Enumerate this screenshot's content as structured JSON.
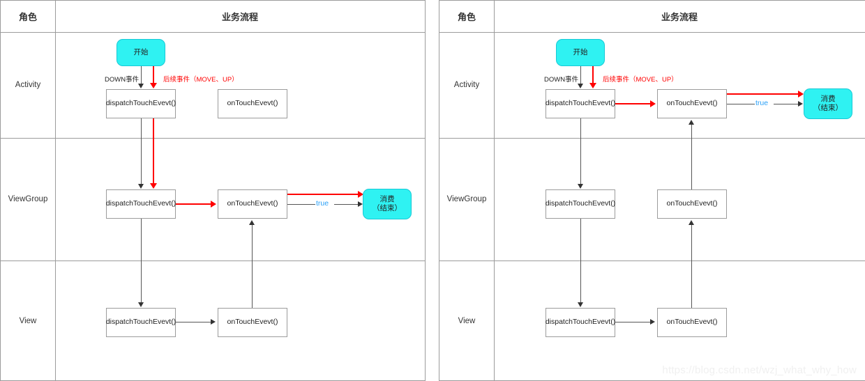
{
  "page": {
    "watermark": "https://blog.csdn.net/wzj_what_why_how",
    "colors": {
      "terminal_fill": "#2ff2f2",
      "terminal_border": "#17c9d6",
      "highlight_red": "#ff0000",
      "true_label_blue": "#2aa0f7",
      "grid_line": "#9b9b9b",
      "connector": "#555555"
    }
  },
  "diagrams": [
    {
      "id": "left",
      "header": {
        "role": "角色",
        "flow": "业务流程"
      },
      "lanes": [
        {
          "role": "Activity",
          "nodes": [
            {
              "label": "开始",
              "type": "terminal"
            },
            {
              "label": "dispatchTouchEvevt()",
              "type": "rect"
            },
            {
              "label": "onTouchEvevt()",
              "type": "rect"
            }
          ],
          "edge_labels": [
            {
              "text": "DOWN事件",
              "style": "dark"
            },
            {
              "text": "后续事件（MOVE、UP）",
              "style": "red"
            }
          ]
        },
        {
          "role": "ViewGroup",
          "nodes": [
            {
              "label": "dispatchTouchEvevt()",
              "type": "rect"
            },
            {
              "label": "onTouchEvevt()",
              "type": "rect"
            },
            {
              "label_line1": "消费",
              "label_line2": "（结束）",
              "type": "terminal"
            }
          ],
          "edge_labels": [
            {
              "text": "true",
              "style": "blue"
            }
          ]
        },
        {
          "role": "View",
          "nodes": [
            {
              "label": "dispatchTouchEvevt()",
              "type": "rect"
            },
            {
              "label": "onTouchEvevt()",
              "type": "rect"
            }
          ],
          "edge_labels": []
        }
      ]
    },
    {
      "id": "right",
      "header": {
        "role": "角色",
        "flow": "业务流程"
      },
      "lanes": [
        {
          "role": "Activity",
          "nodes": [
            {
              "label": "开始",
              "type": "terminal"
            },
            {
              "label": "dispatchTouchEvevt()",
              "type": "rect"
            },
            {
              "label": "onTouchEvevt()",
              "type": "rect"
            },
            {
              "label_line1": "消费",
              "label_line2": "（结束）",
              "type": "terminal"
            }
          ],
          "edge_labels": [
            {
              "text": "DOWN事件",
              "style": "dark"
            },
            {
              "text": "后续事件（MOVE、UP）",
              "style": "red"
            },
            {
              "text": "true",
              "style": "blue"
            }
          ]
        },
        {
          "role": "ViewGroup",
          "nodes": [
            {
              "label": "dispatchTouchEvevt()",
              "type": "rect"
            },
            {
              "label": "onTouchEvevt()",
              "type": "rect"
            }
          ],
          "edge_labels": []
        },
        {
          "role": "View",
          "nodes": [
            {
              "label": "dispatchTouchEvevt()",
              "type": "rect"
            },
            {
              "label": "onTouchEvevt()",
              "type": "rect"
            }
          ],
          "edge_labels": []
        }
      ]
    }
  ]
}
